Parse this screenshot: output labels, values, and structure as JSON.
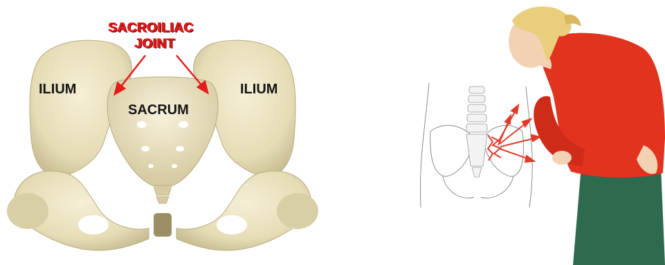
{
  "pelvis_diagram": {
    "title_line1": "SACROILIAC",
    "title_line2": "JOINT",
    "ilium_left": "ILIUM",
    "ilium_right": "ILIUM",
    "sacrum": "SACRUM",
    "colors": {
      "bone": "#ece3c1",
      "bone_shadow": "#c9bd93",
      "label_red": "#e31b1b",
      "arrow_red": "#e31b1b"
    }
  },
  "back_pain_illustration": {
    "colors": {
      "sweater": "#e2331f",
      "pants": "#2e6a4e",
      "hair": "#e9cf7d",
      "skin": "#f3d2b4",
      "pain_rays": "#e23a2a"
    }
  }
}
